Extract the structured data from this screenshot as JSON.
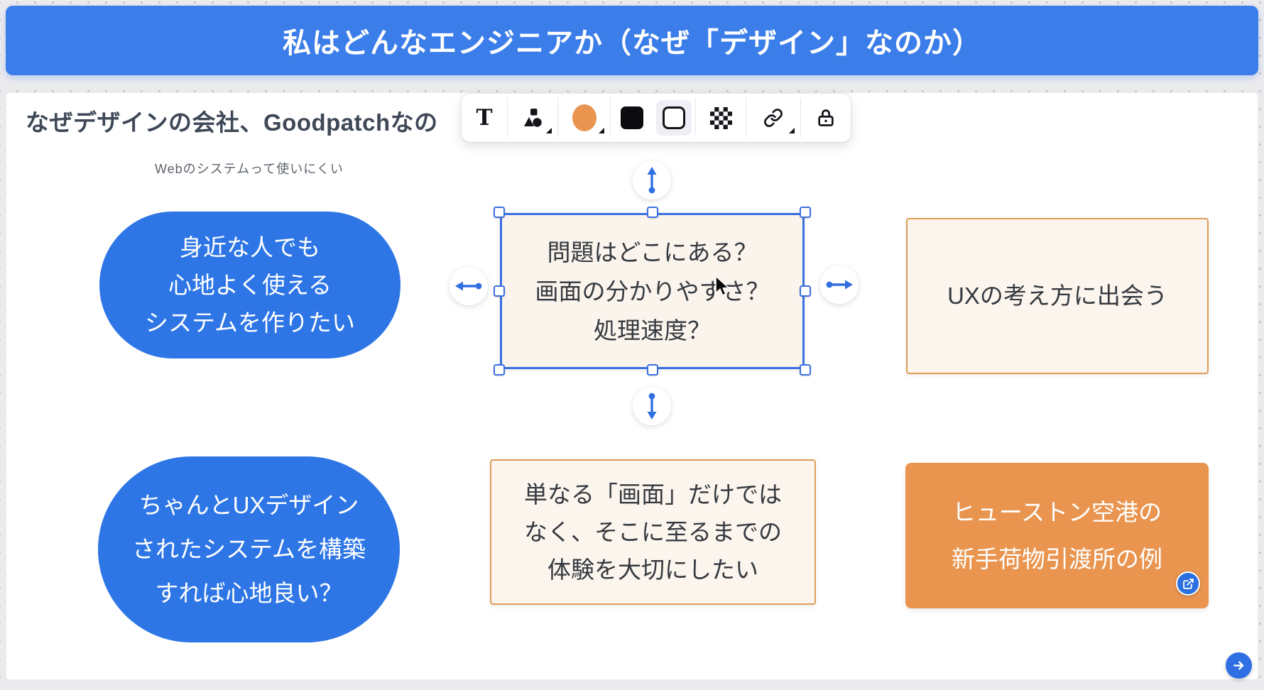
{
  "banner": {
    "title": "私はどんなエンジニアか（なぜ「デザイン」なのか）"
  },
  "canvas": {
    "heading": "なぜデザインの会社、Goodpatchなの",
    "note_label": "Webのシステムって使いにくい"
  },
  "toolbar": {
    "buttons": [
      {
        "id": "text-tool",
        "icon": "text-icon",
        "glyph": "T"
      },
      {
        "id": "shape-tool",
        "icon": "shapes-icon",
        "has_caret": true
      },
      {
        "id": "fill-color",
        "icon": "fill-color-swatch",
        "color": "#e9954f",
        "has_caret": true
      },
      {
        "id": "fill-black",
        "icon": "black-square-swatch"
      },
      {
        "id": "stroke-white",
        "icon": "white-square-swatch",
        "selected": true
      },
      {
        "id": "pattern",
        "icon": "checkerboard-icon"
      },
      {
        "id": "link",
        "icon": "link-icon",
        "has_caret": true
      },
      {
        "id": "lock",
        "icon": "lock-icon"
      }
    ]
  },
  "diagram": {
    "pill_want_system": {
      "lines": [
        "身近な人でも",
        "心地よく使える",
        "システムを作りたい"
      ]
    },
    "box_where_problem": {
      "selected": true,
      "lines": [
        "問題はどこにある？",
        "画面の分かりやすさ？",
        "処理速度？"
      ]
    },
    "box_meet_ux": {
      "lines": [
        "UXの考え方に出会う"
      ]
    },
    "box_houston": {
      "lines": [
        "ヒューストン空港の",
        "新手荷物引渡所の例"
      ],
      "badge_icon": "external-link-icon"
    },
    "box_experience": {
      "lines": [
        "単なる「画面」だけでは",
        "なく、そこに至るまでの",
        "体験を大切にしたい"
      ]
    },
    "pill_ux_designed": {
      "lines": [
        "ちゃんとUXデザイン",
        "されたシステムを構築",
        "すれば心地良い？"
      ]
    }
  },
  "colors": {
    "banner_blue": "#3b7de9",
    "node_blue": "#2e76e6",
    "node_orange": "#e9954f",
    "node_cream": "#fbf5ed",
    "node_cream_border": "#dd9c59",
    "selection_blue": "#3a6fe0",
    "arrow_gray": "#596270",
    "link_badge_blue": "#2b6fe0",
    "fab_blue": "#2f6fe3"
  },
  "fab": {
    "icon": "arrow-right-icon"
  }
}
